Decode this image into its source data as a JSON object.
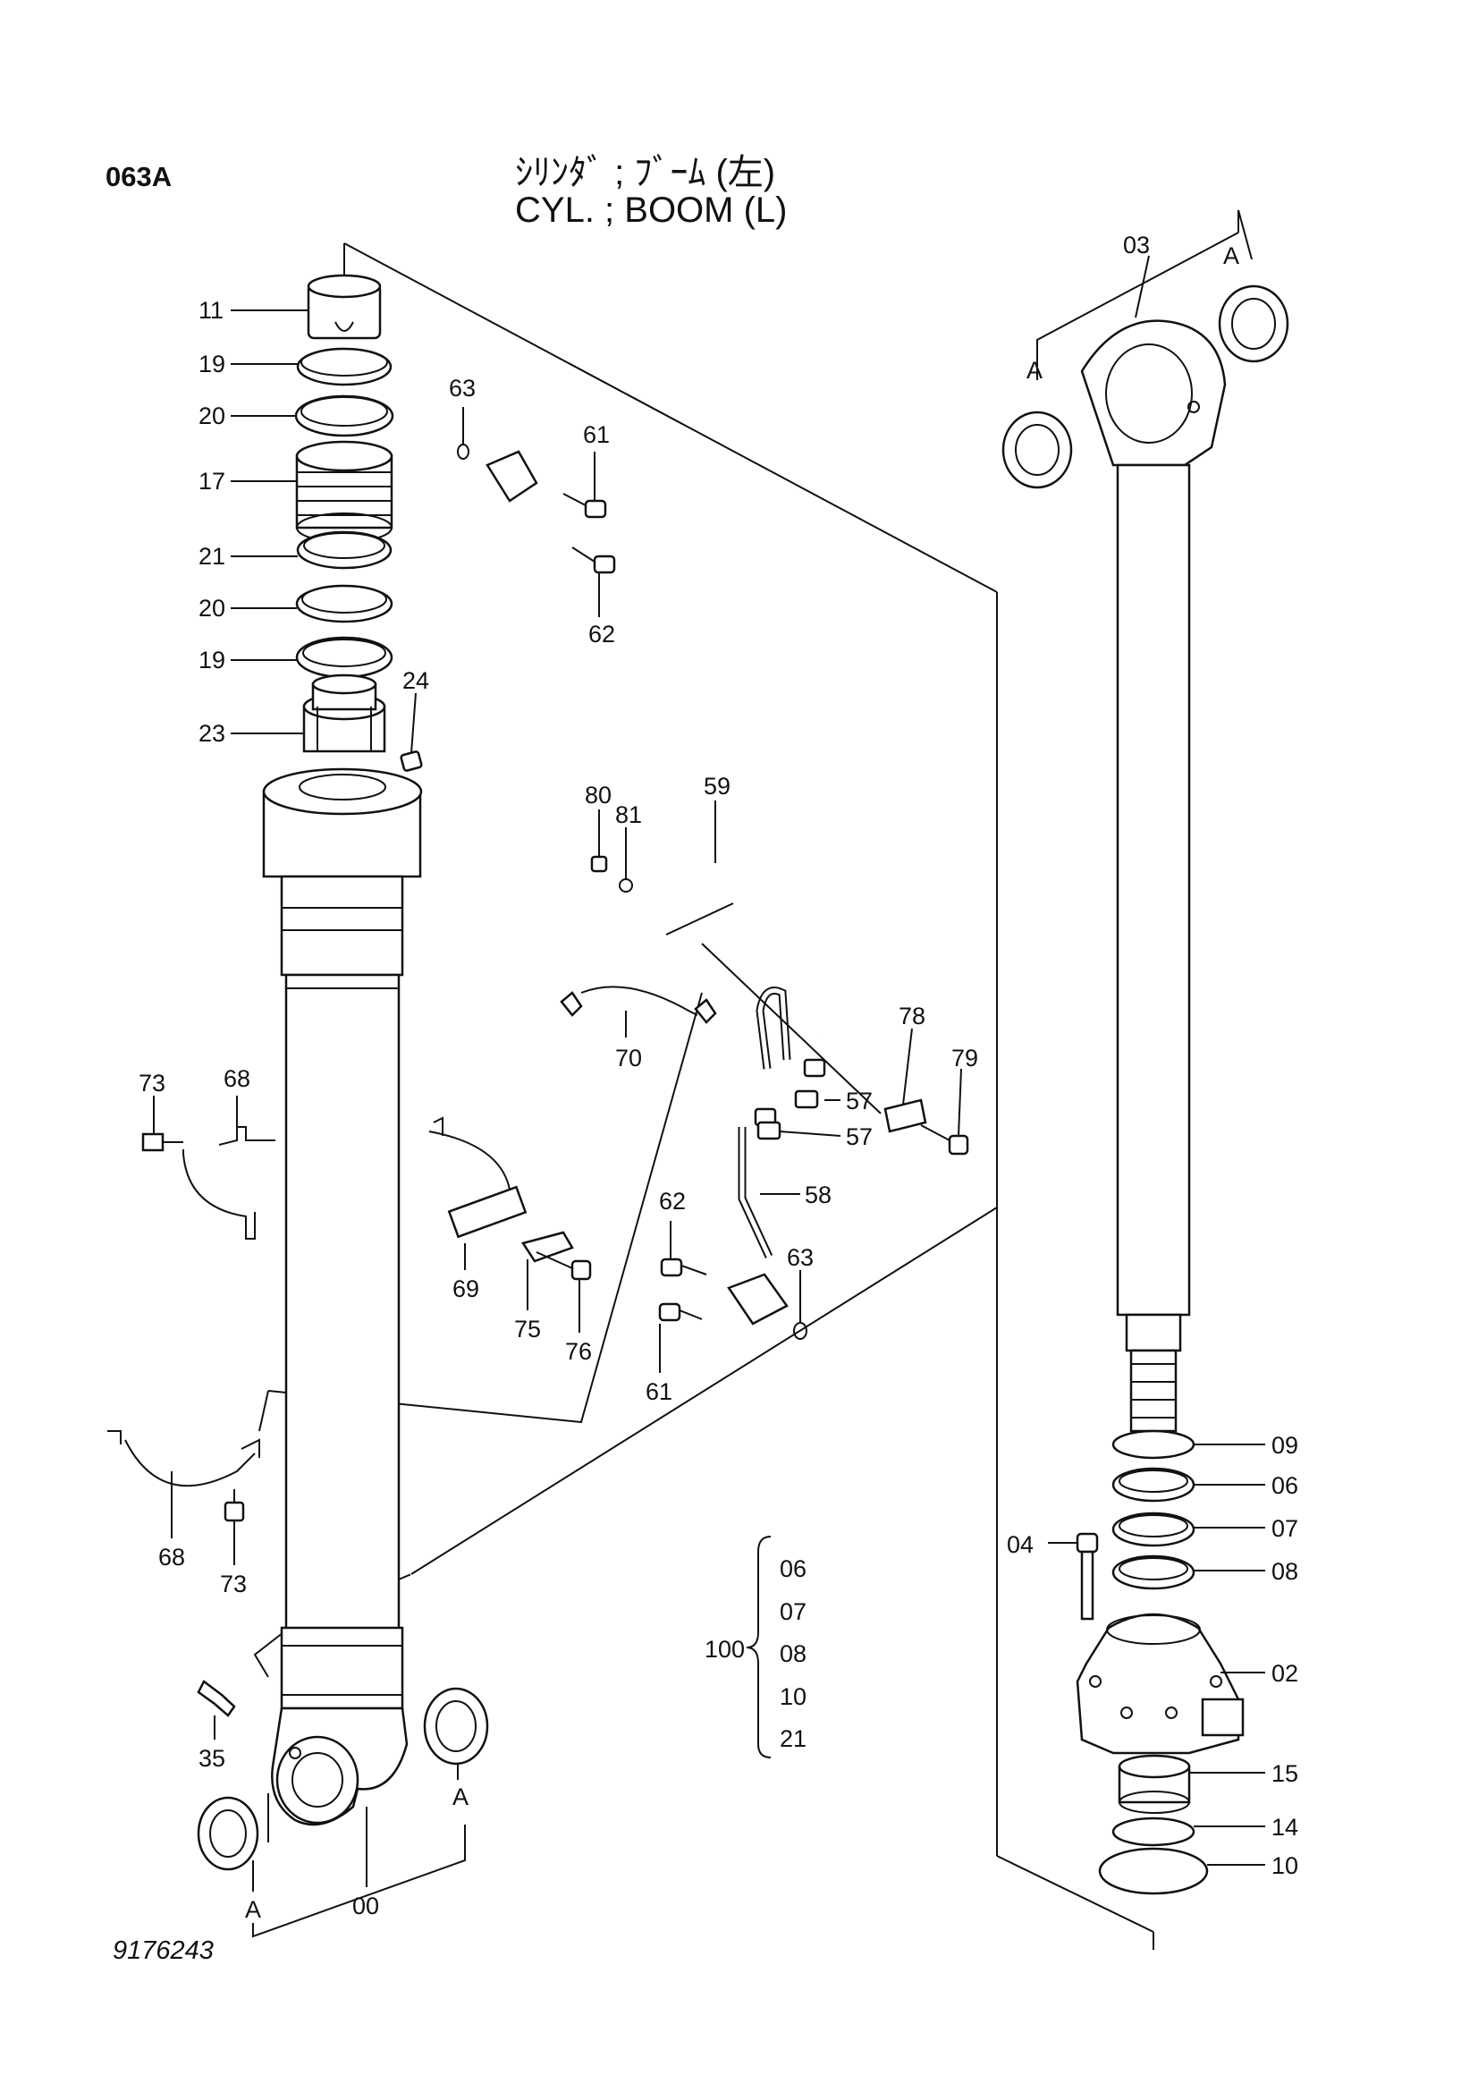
{
  "header": {
    "page_code": "063A",
    "title_jp": "ｼﾘﾝﾀﾞ ; ﾌﾞｰﾑ (左)",
    "title_en": "CYL. ; BOOM (L)"
  },
  "footer": {
    "drawing_number": "9176243"
  },
  "callouts": {
    "c11": "11",
    "c19a": "19",
    "c20a": "20",
    "c17": "17",
    "c21": "21",
    "c20b": "20",
    "c19b": "19",
    "c24": "24",
    "c23": "23",
    "c63a": "63",
    "c61a": "61",
    "c62a": "62",
    "c80": "80",
    "c81": "81",
    "c59": "59",
    "c70": "70",
    "c78": "78",
    "c79": "79",
    "c57a": "57",
    "c57b": "57",
    "c58": "58",
    "c62b": "62",
    "c63b": "63",
    "c61b": "61",
    "c73a": "73",
    "c68a": "68",
    "c69": "69",
    "c75": "75",
    "c76": "76",
    "c68b": "68",
    "c73b": "73",
    "c35": "35",
    "cAa": "A",
    "cAb": "A",
    "c00": "00",
    "c03": "03",
    "cAc": "A",
    "cAd": "A",
    "c09": "09",
    "c06": "06",
    "c07": "07",
    "c04": "04",
    "c08": "08",
    "c02": "02",
    "c15": "15",
    "c14": "14",
    "c10": "10"
  },
  "kit": {
    "number": "100",
    "items": [
      "06",
      "07",
      "08",
      "10",
      "21"
    ]
  }
}
